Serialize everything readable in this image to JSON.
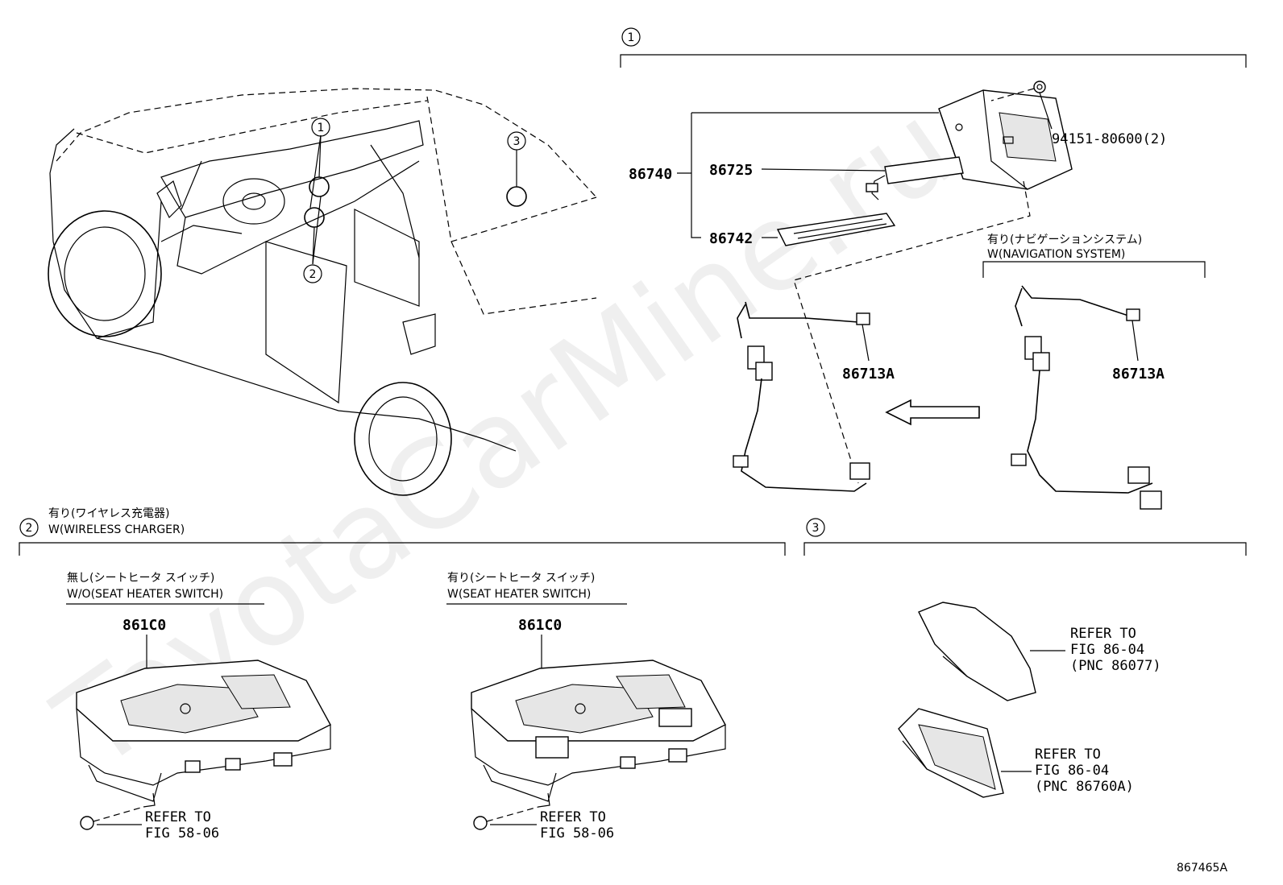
{
  "callouts": {
    "c1": "1",
    "c2": "2",
    "c3": "3"
  },
  "section1": {
    "part_86740": "86740",
    "part_86725": "86725",
    "part_86742": "86742",
    "part_nut": "94151-80600(2)",
    "part_86713A_left": "86713A",
    "part_86713A_right": "86713A",
    "nav_jp": "有り(ナビゲーションシステム)",
    "nav_en": "W(NAVIGATION SYSTEM)"
  },
  "section2": {
    "title_jp": "有り(ワイヤレス充電器)",
    "title_en": "W(WIRELESS CHARGER)",
    "left": {
      "cond_jp": "無し(シートヒータ スイッチ)",
      "cond_en": "W/O(SEAT HEATER SWITCH)",
      "part": "861C0",
      "refer_1": "REFER TO",
      "refer_2": "FIG 58-06"
    },
    "right": {
      "cond_jp": "有り(シートヒータ スイッチ)",
      "cond_en": "W(SEAT HEATER SWITCH)",
      "part": "861C0",
      "refer_1": "REFER TO",
      "refer_2": "FIG 58-06"
    }
  },
  "section3": {
    "upper": {
      "refer_1": "REFER TO",
      "refer_2": "FIG 86-04",
      "refer_3": "(PNC 86077)"
    },
    "lower": {
      "refer_1": "REFER TO",
      "refer_2": "FIG 86-04",
      "refer_3": "(PNC 86760A)"
    }
  },
  "figure_code": "867465A",
  "watermark": "ToyotaCarMine.ru"
}
